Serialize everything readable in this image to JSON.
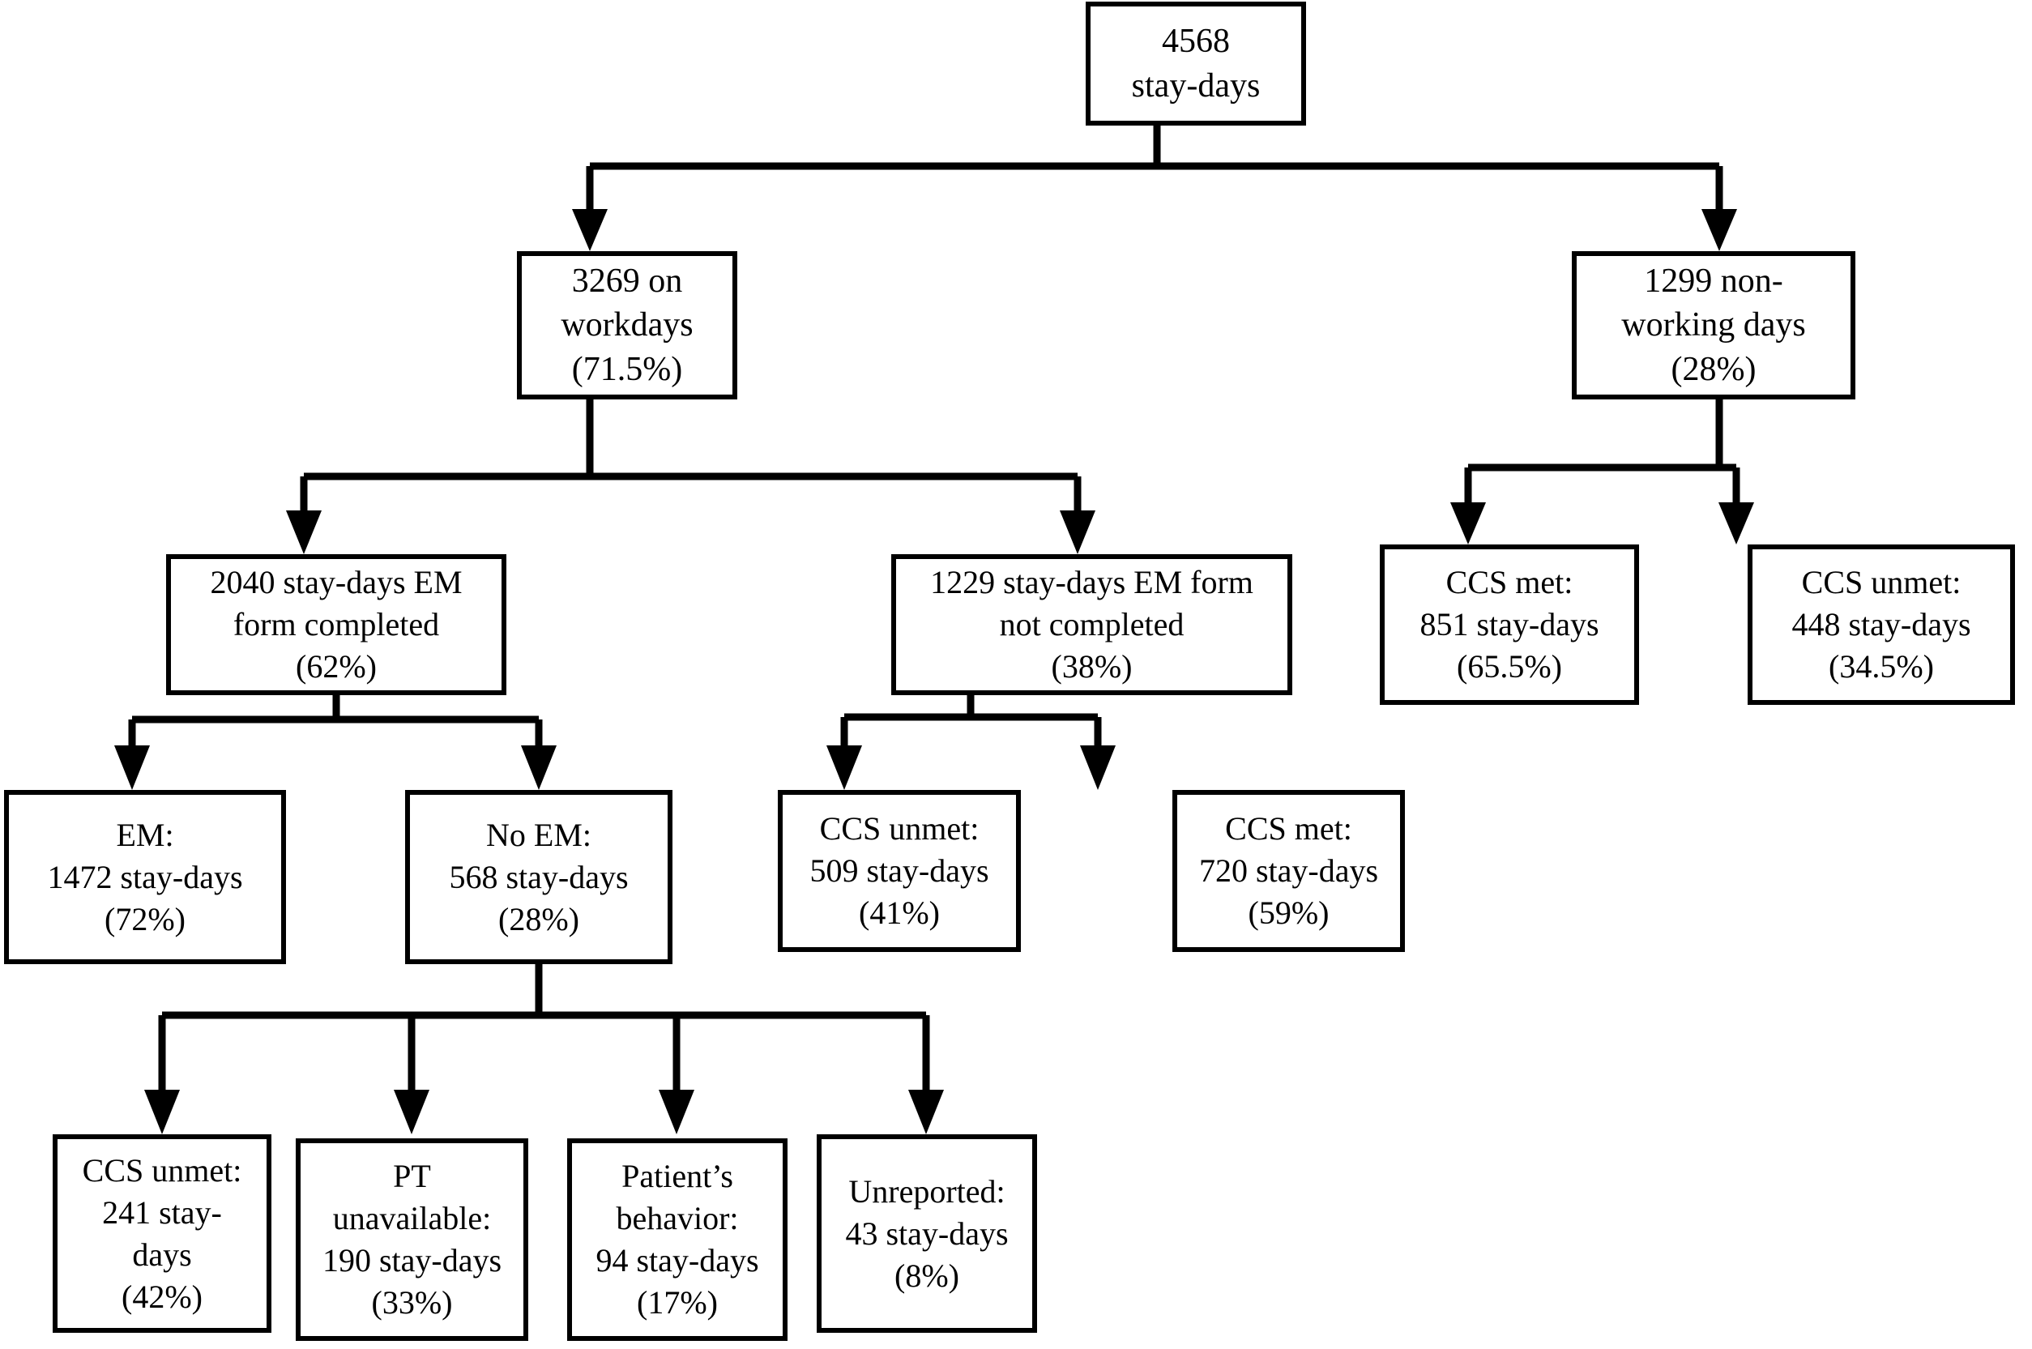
{
  "diagram": {
    "title": "Stay-days allocation flowchart",
    "type": "flowchart-tree",
    "stroke_color": "#000000",
    "background_color": "#ffffff",
    "nodes": {
      "root": {
        "id": "root",
        "lines": [
          "4568",
          "stay-days"
        ],
        "value": 4568,
        "unit": "stay-days"
      },
      "workdays": {
        "id": "workdays",
        "lines": [
          "3269 on",
          "workdays",
          "(71.5%)"
        ],
        "value": 3269,
        "percent": "71.5%"
      },
      "nonworking": {
        "id": "nonworking",
        "lines": [
          "1299 non-",
          "working days",
          "(28%)"
        ],
        "value": 1299,
        "percent": "28%"
      },
      "form_completed": {
        "id": "form_completed",
        "lines": [
          "2040 stay-days EM",
          "form completed",
          "(62%)"
        ],
        "value": 2040,
        "percent": "62%"
      },
      "form_not_completed": {
        "id": "form_not_completed",
        "lines": [
          "1229 stay-days EM form",
          "not completed",
          "(38%)"
        ],
        "value": 1229,
        "percent": "38%"
      },
      "nw_ccs_met": {
        "id": "nw_ccs_met",
        "lines": [
          "CCS met:",
          "851 stay-days",
          "(65.5%)"
        ],
        "value": 851,
        "percent": "65.5%"
      },
      "nw_ccs_unmet": {
        "id": "nw_ccs_unmet",
        "lines": [
          "CCS unmet:",
          "448 stay-days",
          "(34.5%)"
        ],
        "value": 448,
        "percent": "34.5%"
      },
      "em": {
        "id": "em",
        "lines": [
          "EM:",
          "1472 stay-days",
          "(72%)"
        ],
        "value": 1472,
        "percent": "72%"
      },
      "no_em": {
        "id": "no_em",
        "lines": [
          "No EM:",
          "568 stay-days",
          "(28%)"
        ],
        "value": 568,
        "percent": "28%"
      },
      "nf_ccs_unmet": {
        "id": "nf_ccs_unmet",
        "lines": [
          "CCS unmet:",
          "509 stay-days",
          "(41%)"
        ],
        "value": 509,
        "percent": "41%"
      },
      "nf_ccs_met": {
        "id": "nf_ccs_met",
        "lines": [
          "CCS met:",
          "720 stay-days",
          "(59%)"
        ],
        "value": 720,
        "percent": "59%"
      },
      "noem_ccs_unmet": {
        "id": "noem_ccs_unmet",
        "lines": [
          "CCS unmet:",
          "241 stay-",
          "days",
          "(42%)"
        ],
        "value": 241,
        "percent": "42%"
      },
      "pt_unavailable": {
        "id": "pt_unavailable",
        "lines": [
          "PT",
          "unavailable:",
          "190 stay-days",
          "(33%)"
        ],
        "value": 190,
        "percent": "33%"
      },
      "patient_behavior": {
        "id": "patient_behavior",
        "lines": [
          "Patient’s",
          "behavior:",
          "94 stay-days",
          "(17%)"
        ],
        "value": 94,
        "percent": "17%"
      },
      "unreported": {
        "id": "unreported",
        "lines": [
          "Unreported:",
          "43 stay-days",
          "(8%)"
        ],
        "value": 43,
        "percent": "8%"
      }
    },
    "edges": [
      {
        "from": "root",
        "to": "workdays"
      },
      {
        "from": "root",
        "to": "nonworking"
      },
      {
        "from": "workdays",
        "to": "form_completed"
      },
      {
        "from": "workdays",
        "to": "form_not_completed"
      },
      {
        "from": "nonworking",
        "to": "nw_ccs_met"
      },
      {
        "from": "nonworking",
        "to": "nw_ccs_unmet"
      },
      {
        "from": "form_completed",
        "to": "em"
      },
      {
        "from": "form_completed",
        "to": "no_em"
      },
      {
        "from": "form_not_completed",
        "to": "nf_ccs_unmet"
      },
      {
        "from": "form_not_completed",
        "to": "nf_ccs_met"
      },
      {
        "from": "no_em",
        "to": "noem_ccs_unmet"
      },
      {
        "from": "no_em",
        "to": "pt_unavailable"
      },
      {
        "from": "no_em",
        "to": "patient_behavior"
      },
      {
        "from": "no_em",
        "to": "unreported"
      }
    ]
  }
}
